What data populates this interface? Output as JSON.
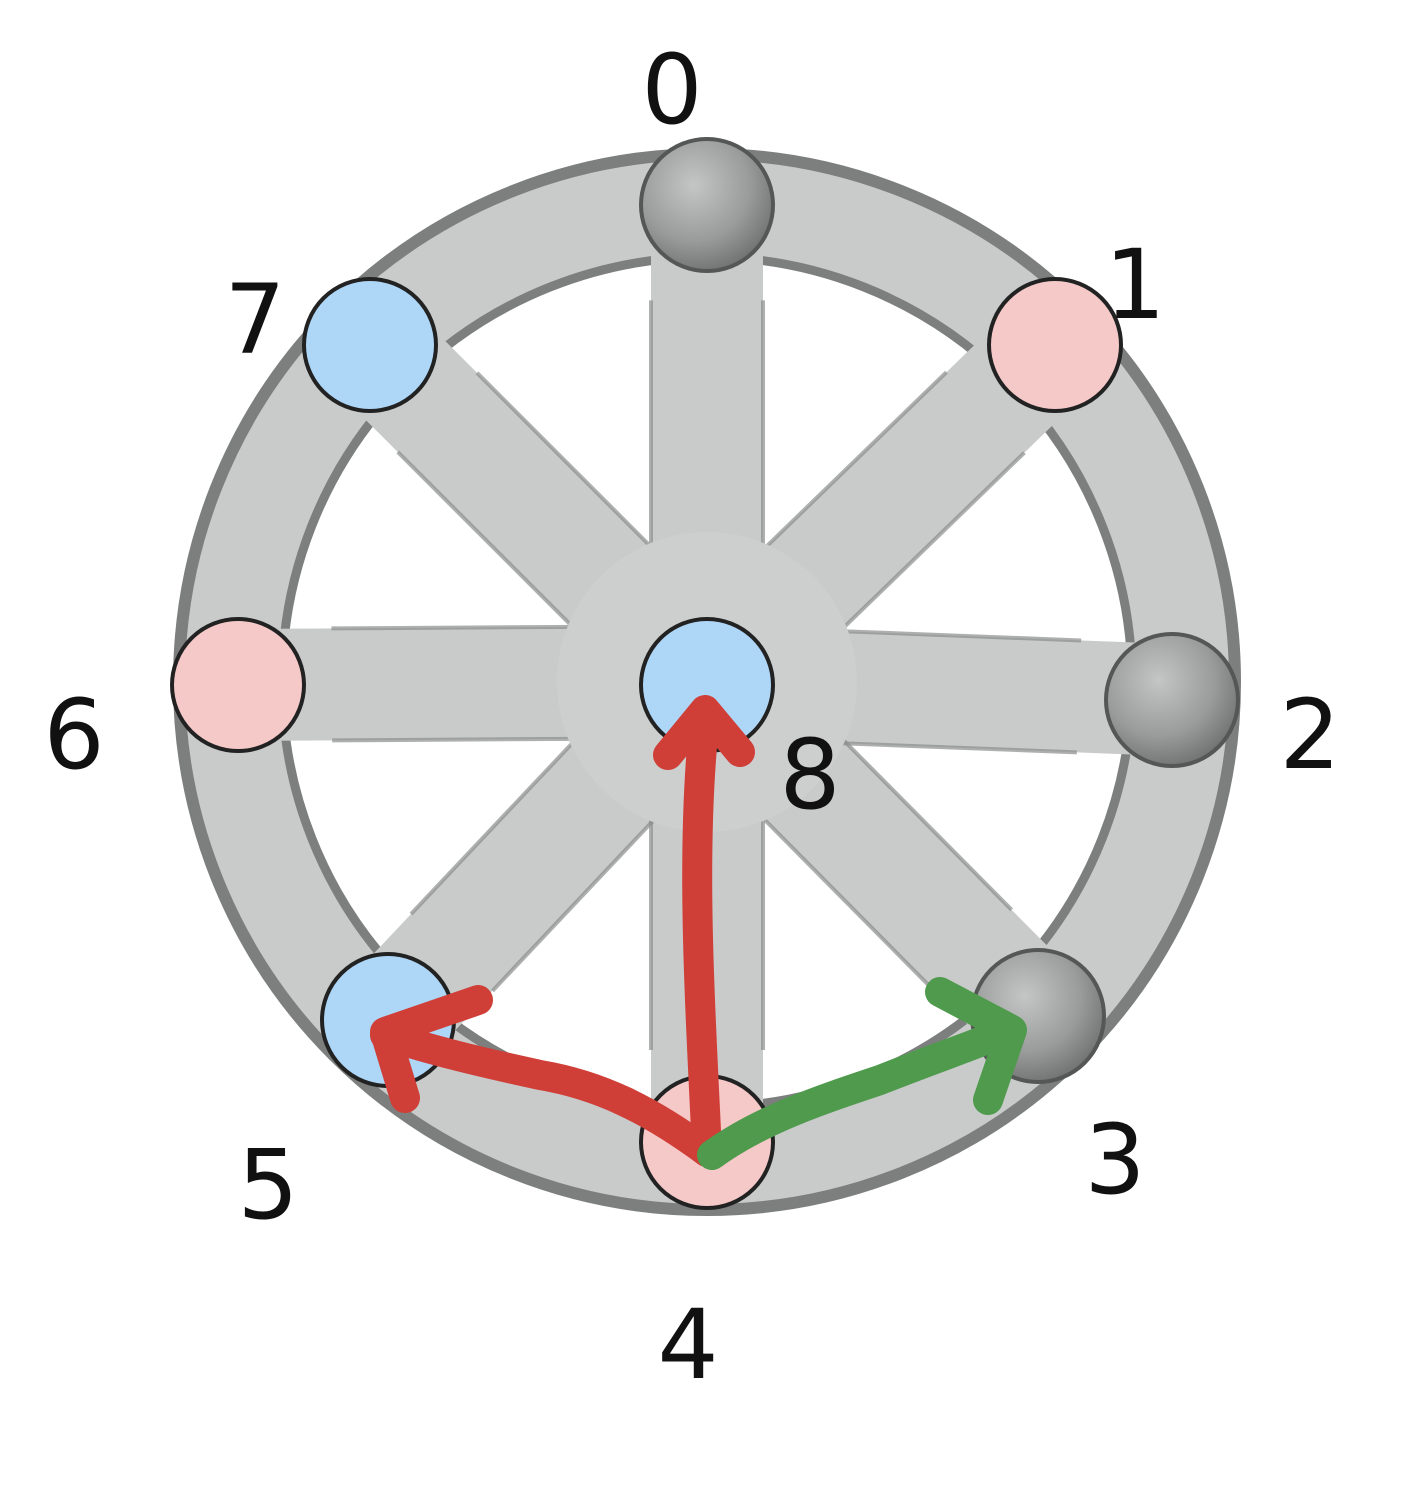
{
  "colors": {
    "background": "#ffffff",
    "wheel_gray": "#c9cbcb",
    "wheel_outline": "#7d7f7f",
    "empty_hole": "#9b9d9d",
    "pink_marker": "#f6c9c9",
    "blue_marker": "#aed6f7",
    "red_arrow": "#cf3f37",
    "green_arrow": "#4f9a4c"
  },
  "diagram": {
    "positions": [
      {
        "id": "0",
        "label": "0",
        "marker": "empty"
      },
      {
        "id": "1",
        "label": "1",
        "marker": "pink"
      },
      {
        "id": "2",
        "label": "2",
        "marker": "empty"
      },
      {
        "id": "3",
        "label": "3",
        "marker": "empty"
      },
      {
        "id": "4",
        "label": "4",
        "marker": "pink"
      },
      {
        "id": "5",
        "label": "5",
        "marker": "blue"
      },
      {
        "id": "6",
        "label": "6",
        "marker": "pink"
      },
      {
        "id": "7",
        "label": "7",
        "marker": "blue"
      },
      {
        "id": "8",
        "label": "8",
        "marker": "blue"
      }
    ],
    "arrows": [
      {
        "from": "4",
        "to": "8",
        "color": "red"
      },
      {
        "from": "4",
        "to": "5",
        "color": "red"
      },
      {
        "from": "4",
        "to": "3",
        "color": "green"
      }
    ]
  }
}
